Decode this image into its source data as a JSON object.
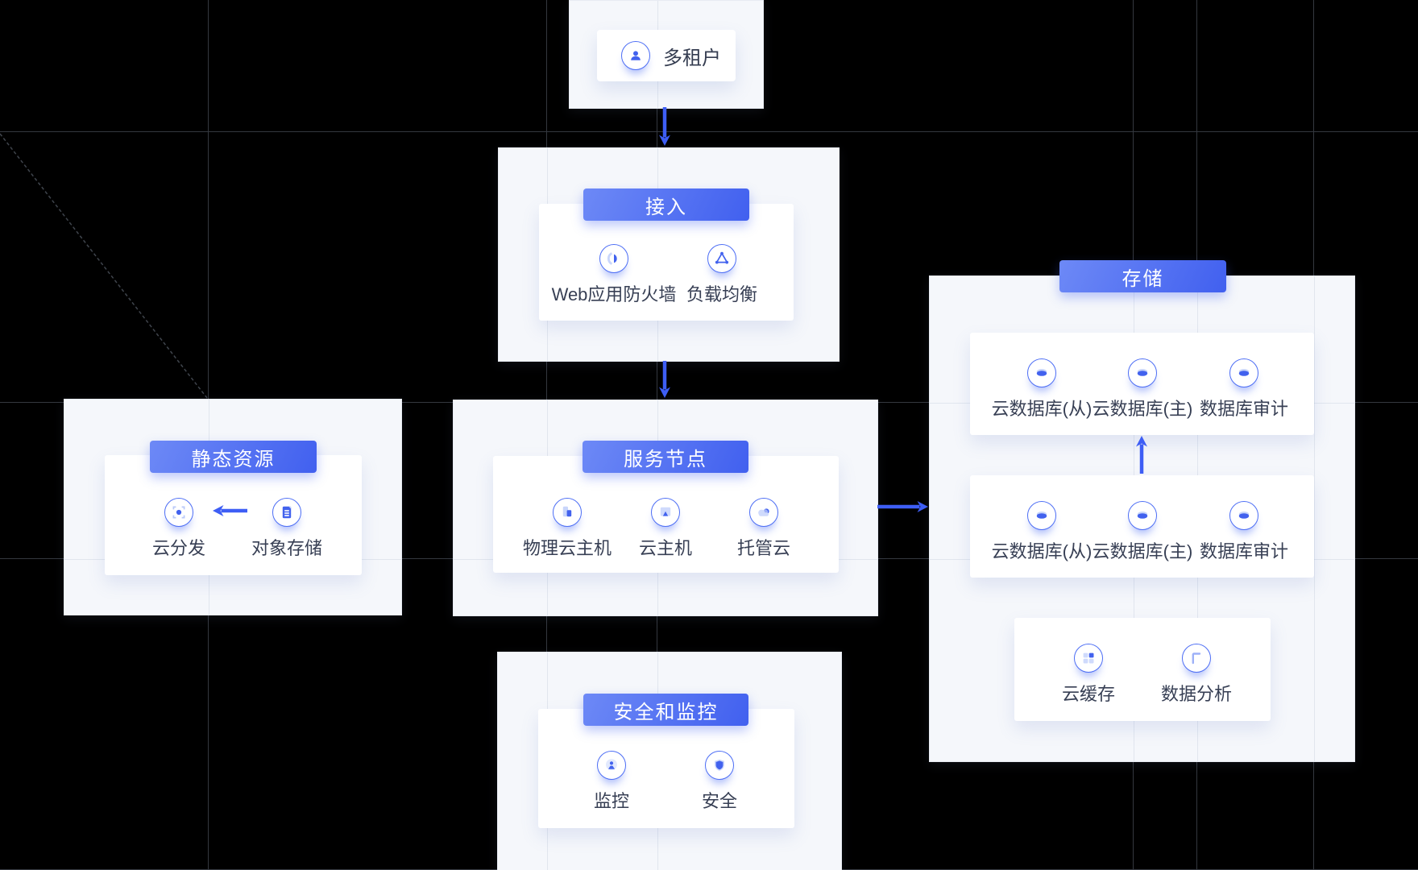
{
  "colors": {
    "canvas_bg": "#000000",
    "grid_line": "#34383f",
    "panel_bg": "#f5f7fb",
    "card_bg": "#ffffff",
    "accent": "#4262ee",
    "accent_light": "#cfdafc",
    "banner_gradient_from": "#6d89f6",
    "banner_gradient_to": "#4160ef",
    "arrow": "#3e5ef5",
    "label_text": "#373f54",
    "banner_text": "#ffffff"
  },
  "nodes": {
    "tenant": {
      "label": "多租户",
      "icon": "user-icon"
    },
    "access": {
      "title": "接入",
      "items": [
        {
          "label": "Web应用防火墙",
          "icon": "waf-icon"
        },
        {
          "label": "负载均衡",
          "icon": "load-balancer-icon"
        }
      ]
    },
    "static_resources": {
      "title": "静态资源",
      "items": [
        {
          "label": "云分发",
          "icon": "cdn-icon"
        },
        {
          "label": "对象存储",
          "icon": "object-storage-icon"
        }
      ]
    },
    "service_nodes": {
      "title": "服务节点",
      "items": [
        {
          "label": "物理云主机",
          "icon": "physical-host-icon"
        },
        {
          "label": "云主机",
          "icon": "cloud-host-icon"
        },
        {
          "label": "托管云",
          "icon": "managed-cloud-icon"
        }
      ]
    },
    "security_monitoring": {
      "title": "安全和监控",
      "items": [
        {
          "label": "监控",
          "icon": "monitor-camera-icon"
        },
        {
          "label": "安全",
          "icon": "shield-icon"
        }
      ]
    },
    "storage": {
      "title": "存储",
      "db_row1": [
        {
          "label": "云数据库(从)",
          "icon": "database-icon"
        },
        {
          "label": "云数据库(主)",
          "icon": "database-icon"
        },
        {
          "label": "数据库审计",
          "icon": "database-icon"
        }
      ],
      "db_row2": [
        {
          "label": "云数据库(从)",
          "icon": "database-icon"
        },
        {
          "label": "云数据库(主)",
          "icon": "database-icon"
        },
        {
          "label": "数据库审计",
          "icon": "database-icon"
        }
      ],
      "cache_row": [
        {
          "label": "云缓存",
          "icon": "cache-icon"
        },
        {
          "label": "数据分析",
          "icon": "analytics-icon"
        }
      ]
    }
  },
  "connections": [
    {
      "from": "tenant",
      "to": "access",
      "direction": "down"
    },
    {
      "from": "access",
      "to": "service_nodes",
      "direction": "down"
    },
    {
      "from": "service_nodes",
      "to": "storage",
      "direction": "right"
    },
    {
      "from": "db_row2_primary",
      "to": "db_row1_primary",
      "direction": "up"
    },
    {
      "from": "object_storage",
      "to": "cdn",
      "direction": "left"
    }
  ]
}
